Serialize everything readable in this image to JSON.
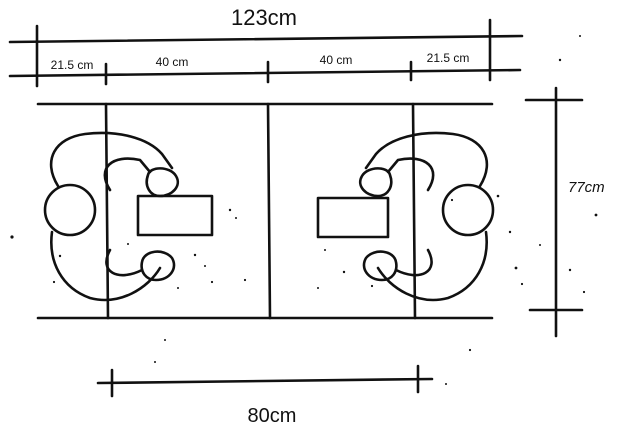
{
  "dimensions": {
    "total_width": "123cm",
    "left_edge": "21.5 cm",
    "left_middle": "40 cm",
    "right_middle": "40 cm",
    "right_edge": "21.5 cm",
    "depth": "77cm",
    "separation": "80cm"
  }
}
